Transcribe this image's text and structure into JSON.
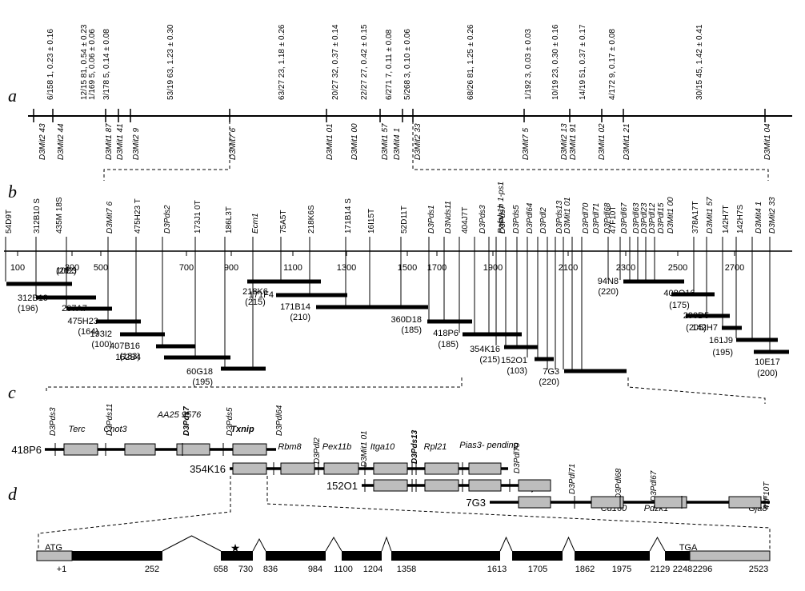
{
  "panels": [
    "a",
    "b",
    "c",
    "d"
  ],
  "panel_a": {
    "intervals": [
      "6/158 1, 0.23 ± 0.16",
      "12/15 81, 0.54 ± 0.23",
      "1/169 5, 0.06 ± 0.06",
      "3/178 5, 0.14 ± 0.08",
      "53/19 63, 1.23 ± 0.30",
      "63/27 23, 1.18 ± 0.26",
      "20/27 32, 0.37 ± 0.14",
      "22/27 27, 0.42 ± 0.15",
      "6/271 7, 0.11 ± 0.08",
      "5/268 3, 0.10 ± 0.06",
      "68/26 81, 1.25 ± 0.26",
      "1/192 3, 0.03 ± 0.03",
      "10/19 23, 0.30 ± 0.16",
      "14/19 51, 0.37 ± 0.17",
      "4/172 9, 0.17 ± 0.08",
      "30/15 45, 1.42 ± 0.41"
    ],
    "markers": [
      "D3Mit2 43",
      "D3Mit2 44",
      "D3Mit1 87",
      "D3Mit1 41",
      "D3Mit2 9",
      "D3Mit7 6",
      "D3Mit1 01",
      "D3Mit1 00",
      "D3Mit1 57",
      "D3Mit4 1",
      "D3Mit2 33",
      "D3Mit7 5",
      "D3Mit2 13",
      "D3Mit1 91",
      "D3Mit1 02",
      "D3Mit1 21",
      "D3Mit1 04"
    ]
  },
  "panel_b": {
    "markers": [
      "54D9T",
      "312B10 S",
      "435M 18S",
      "D3Mit7 6",
      "475H23 T",
      "D3Pds2",
      "173J1 0T",
      "186L3T",
      "Ecm1",
      "75A5T",
      "218K6S",
      "171B14 S",
      "16I15T",
      "52D11T",
      "D3Pds1",
      "D3Nds11",
      "404J7T",
      "D3Pds3",
      "Pafah1b 1-ps1",
      "D3Pds7",
      "D3Pds5",
      "D3Pdl64",
      "D3Pdl2",
      "D3Pds13",
      "D3Mit1 01",
      "D3Pdl70",
      "D3Pdl71",
      "D3Pdl68",
      "D3Pdl67",
      "47F10T",
      "D3Pdl63",
      "D3Pdl23",
      "D3Pdl12",
      "D3Pdl15",
      "D3Mit1 00",
      "378A17T",
      "D3Mit1 57",
      "142H7T",
      "142H7S",
      "D3Mit4 1",
      "D3Mit2 33"
    ],
    "scale": [
      "100",
      "300",
      "500",
      "700",
      "900",
      "1100",
      "1300",
      "1500",
      "1700",
      "1900",
      "2100",
      "2300",
      "2500",
      "2700"
    ],
    "clones": [
      {
        "name": "10E3",
        "size": "(202)"
      },
      {
        "name": "312B10",
        "size": "(196)"
      },
      {
        "name": "207A7",
        "size": "(191)"
      },
      {
        "name": "475H23",
        "size": "(164)"
      },
      {
        "name": "193I2",
        "size": "(100)"
      },
      {
        "name": "407B16",
        "size": "(183)"
      },
      {
        "name": "162B4",
        "size": ""
      },
      {
        "name": "60G18",
        "size": "(195)"
      },
      {
        "name": "218K6",
        "size": "(215)"
      },
      {
        "name": "171F4",
        "size": ""
      },
      {
        "name": "171B14",
        "size": "(210)"
      },
      {
        "name": "360D18",
        "size": "(185)"
      },
      {
        "name": "418P6",
        "size": "(185)"
      },
      {
        "name": "354K16",
        "size": "(215)"
      },
      {
        "name": "152O1",
        "size": "(103)"
      },
      {
        "name": "7G3",
        "size": "(220)"
      },
      {
        "name": "94N8",
        "size": "(220)"
      },
      {
        "name": "408O16",
        "size": "(175)"
      },
      {
        "name": "290D5",
        "size": "(205)"
      },
      {
        "name": "142H7",
        "size": ""
      },
      {
        "name": "161J9",
        "size": "(195)"
      },
      {
        "name": "10E17",
        "size": "(200)"
      }
    ]
  },
  "panel_c": {
    "rows": [
      "418P6",
      "354K16",
      "152O1",
      "7G3"
    ],
    "genes": [
      "D3Pds3",
      "Terc",
      "D3Pds11",
      "Cnot3",
      "D3Pds7",
      "AA25 9576",
      "D3Pds5",
      "Txnip",
      "D3Pdl64",
      "Rbm8",
      "D3Pdl2",
      "Pex11b",
      "D3Mit1 01",
      "Itga10",
      "D3Pds13",
      "Rpl21",
      "Pias3- pending",
      "D3Pdl70",
      "Pja1l",
      "D3Pdl71",
      "D3Pdl68",
      "Cd160",
      "D3Pdl67",
      "Pdzk1",
      "Gja8",
      "47F10T"
    ]
  },
  "panel_d": {
    "start": "ATG",
    "stop": "TGA",
    "positions": [
      "+1",
      "252",
      "658",
      "730",
      "836",
      "984",
      "1100",
      "1204",
      "1358",
      "1613",
      "1705",
      "1862",
      "1975",
      "2129",
      "2248",
      "2296",
      "2523"
    ],
    "star": "★"
  }
}
